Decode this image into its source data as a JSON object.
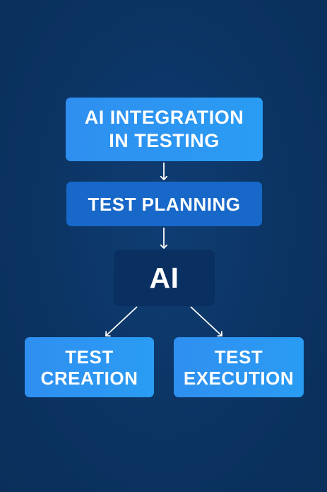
{
  "diagram": {
    "nodes": {
      "title": {
        "line1": "AI INTEGRATION",
        "line2": "IN TESTING"
      },
      "planning": {
        "label": "TEST PLANNING"
      },
      "ai": {
        "label": "AI"
      },
      "creation": {
        "line1": "TEST",
        "line2": "CREATION"
      },
      "execution": {
        "line1": "TEST",
        "line2": "EXECUTION"
      }
    },
    "edges": [
      {
        "from": "AI INTEGRATION IN TESTING",
        "to": "TEST PLANNING"
      },
      {
        "from": "TEST PLANNING",
        "to": "AI"
      },
      {
        "from": "AI",
        "to": "TEST CREATION"
      },
      {
        "from": "AI",
        "to": "TEST EXECUTION"
      }
    ],
    "colors": {
      "background": "#0c3566",
      "light_box": "#2a9cf3",
      "planning_box": "#1768c8",
      "ai_box": "#0a2f61",
      "arrow": "#ffffff"
    }
  }
}
